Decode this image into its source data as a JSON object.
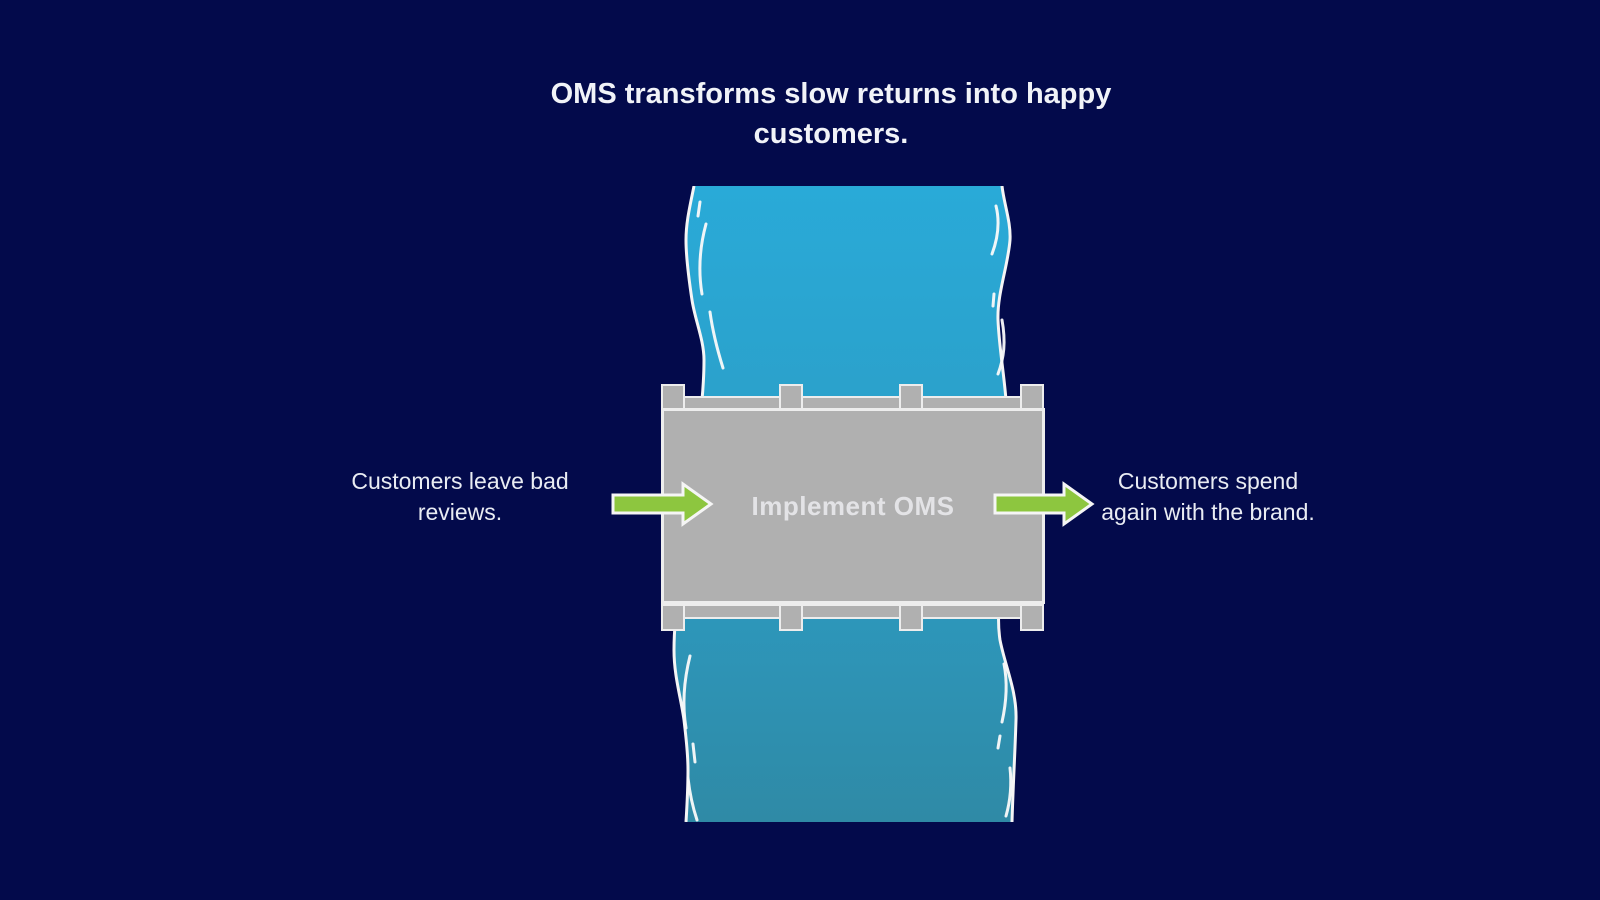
{
  "title": {
    "lines": [
      "OMS transforms slow returns into happy",
      "customers."
    ]
  },
  "flow": {
    "left_label": {
      "lines": [
        "Customers leave bad",
        "reviews."
      ]
    },
    "bridge_label": "Implement OMS",
    "right_label": {
      "lines": [
        "Customers spend",
        "again with the brand."
      ]
    }
  },
  "colors": {
    "background": "#030a4b",
    "river_top": "#29aad8",
    "river_bottom": "#2f8aa6",
    "river_outline": "#f5f5f5",
    "bridge_fill": "#b0b0b0",
    "bridge_stroke": "#ededed",
    "arrow_green": "#8dc63f",
    "text": "#e9ecf3"
  }
}
